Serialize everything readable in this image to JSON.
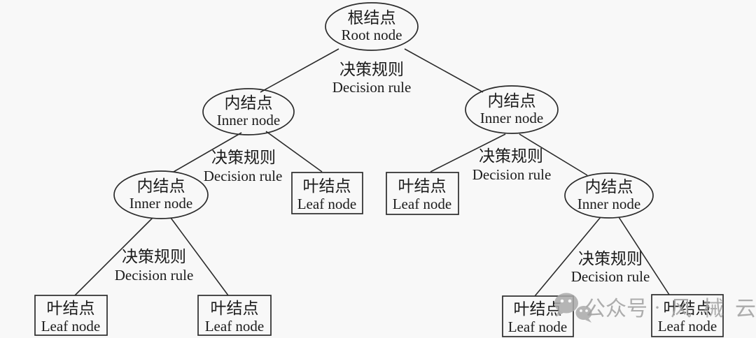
{
  "figure": {
    "background": "#f8f8f8",
    "stroke_color": "#2b2b2b",
    "text_color": "#1c1c1c",
    "watermark_color": "#a2a2a2"
  },
  "nodes": {
    "root": {
      "zh": "根结点",
      "en": "Root node",
      "shape": "ellipse"
    },
    "inner_left": {
      "zh": "内结点",
      "en": "Inner node",
      "shape": "ellipse"
    },
    "inner_right": {
      "zh": "内结点",
      "en": "Inner node",
      "shape": "ellipse"
    },
    "inner_left_left": {
      "zh": "内结点",
      "en": "Inner node",
      "shape": "ellipse"
    },
    "inner_right_right": {
      "zh": "内结点",
      "en": "Inner node",
      "shape": "ellipse"
    },
    "leaf_mid_left": {
      "zh": "叶结点",
      "en": "Leaf node",
      "shape": "rect"
    },
    "leaf_mid_right": {
      "zh": "叶结点",
      "en": "Leaf node",
      "shape": "rect"
    },
    "leaf_bottom_1": {
      "zh": "叶结点",
      "en": "Leaf node",
      "shape": "rect"
    },
    "leaf_bottom_2": {
      "zh": "叶结点",
      "en": "Leaf node",
      "shape": "rect"
    },
    "leaf_bottom_3": {
      "zh": "叶结点",
      "en": "Leaf node",
      "shape": "rect"
    },
    "leaf_bottom_4": {
      "zh": "叶结点",
      "en": "Leaf node",
      "shape": "rect"
    }
  },
  "edge_labels": {
    "root": {
      "zh": "决策规则",
      "en": "Decision rule"
    },
    "level2_left": {
      "zh": "决策规则",
      "en": "Decision rule"
    },
    "level2_right": {
      "zh": "决策规则",
      "en": "Decision rule"
    },
    "level3_left": {
      "zh": "决策规则",
      "en": "Decision rule"
    },
    "level3_right": {
      "zh": "决策规则",
      "en": "Decision rule"
    }
  },
  "watermark": {
    "icon": "wechat-icon",
    "account_label": "公众号",
    "separator": "·",
    "account_name": "风械云"
  }
}
